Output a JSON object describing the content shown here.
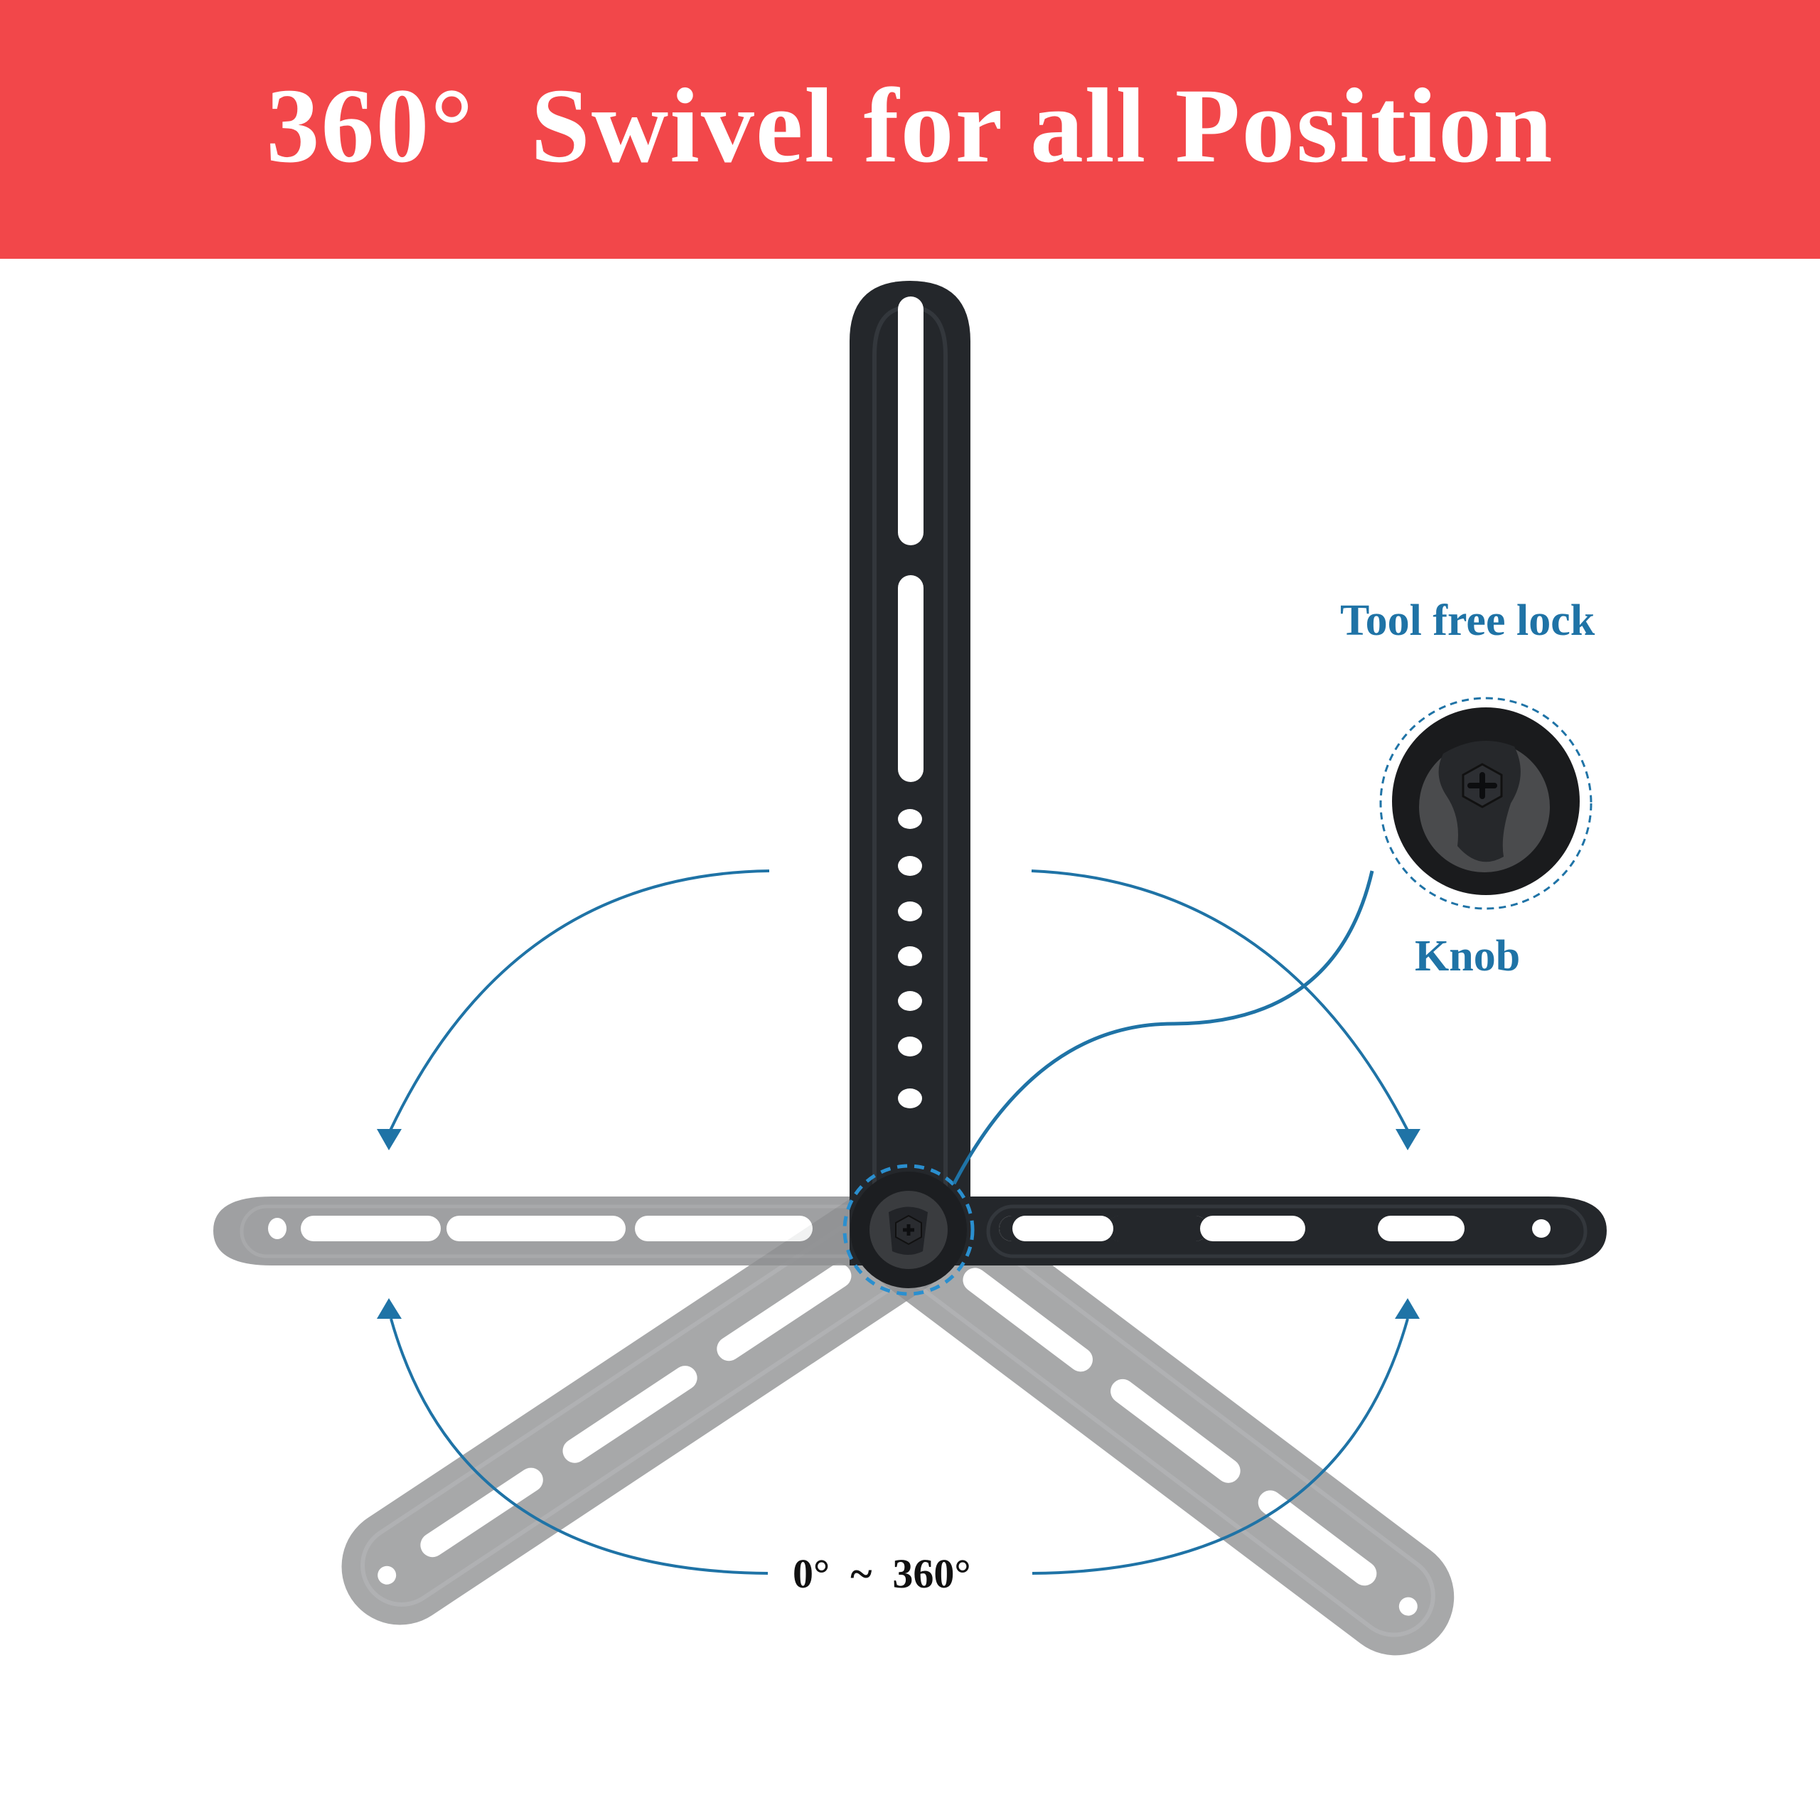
{
  "banner": {
    "title": "360°  Swivel for all Position",
    "background_color": "#f2474a",
    "text_color": "#ffffff"
  },
  "callouts": {
    "tool_free_lock": "Tool free lock",
    "knob": "Knob",
    "rotation_range": "0°  ~  360°"
  },
  "colors": {
    "accent_blue": "#1f73a6",
    "bracket_black": "#24272b",
    "bracket_ghost_gray": "#8f9092",
    "background": "#ffffff"
  },
  "diagram": {
    "subject": "soundbar bracket swivel arm",
    "parts": [
      {
        "name": "vertical-arm",
        "style": "solid black",
        "slots": 2,
        "holes": 7
      },
      {
        "name": "right-horizontal-arm",
        "style": "solid black",
        "slots": 3,
        "holes": 1
      },
      {
        "name": "left-horizontal-arm",
        "style": "ghost gray",
        "slots": 3,
        "holes": 1
      },
      {
        "name": "lower-left-diagonal-arm",
        "style": "ghost gray",
        "slots": 3,
        "holes": 1
      },
      {
        "name": "lower-right-diagonal-arm",
        "style": "ghost gray",
        "slots": 3,
        "holes": 1
      },
      {
        "name": "pivot-knob",
        "style": "black knob with phillips screw"
      }
    ],
    "arrows": [
      {
        "name": "upper-left-arrow",
        "direction": "curving down-left"
      },
      {
        "name": "upper-right-arrow",
        "direction": "curving down-right"
      },
      {
        "name": "lower-left-arrow",
        "direction": "curving up-left"
      },
      {
        "name": "lower-right-arrow",
        "direction": "curving up-right"
      }
    ]
  }
}
